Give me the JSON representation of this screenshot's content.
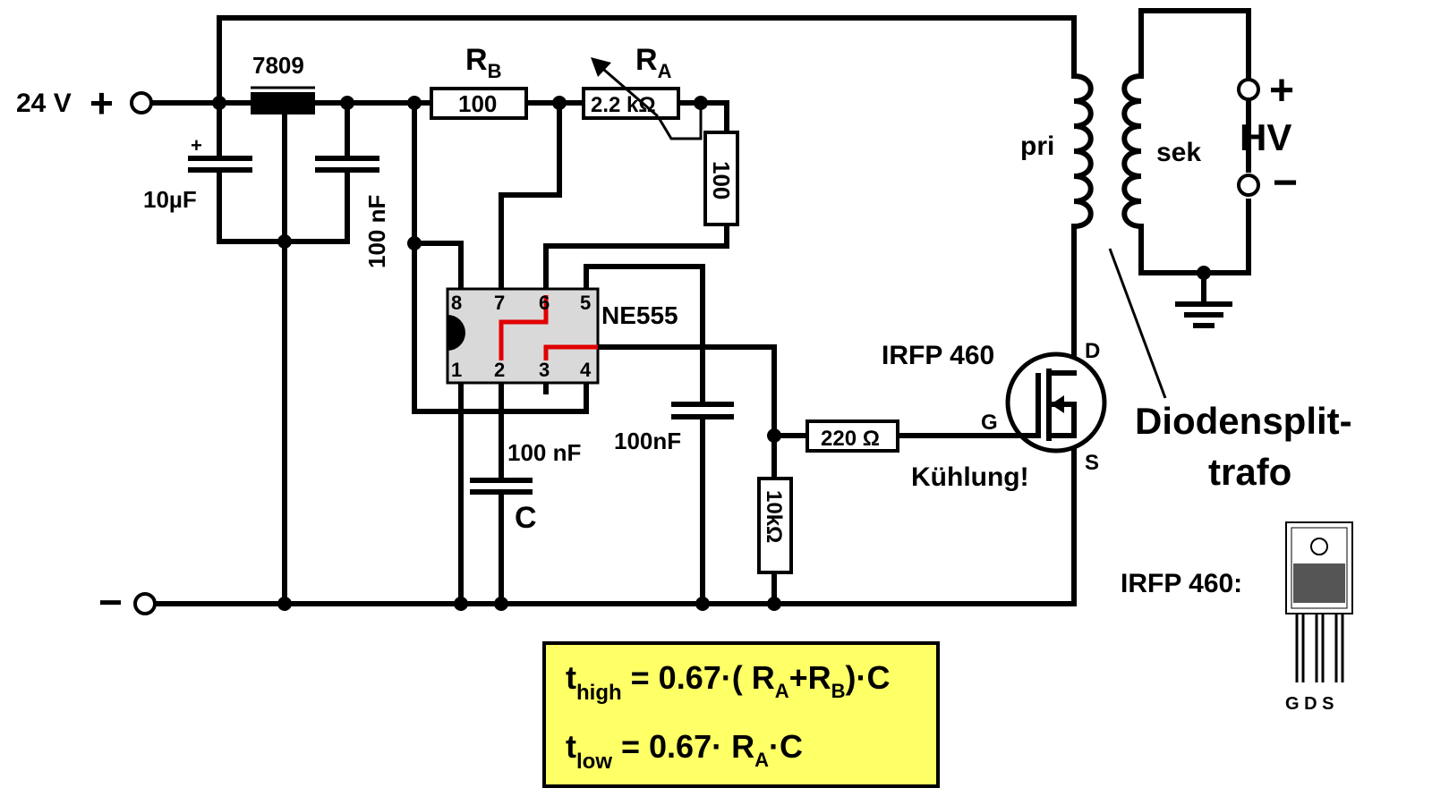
{
  "labels": {
    "supply_voltage": "24 V",
    "plus": "+",
    "minus": "−",
    "regulator": "7809",
    "cap_in_polarity": "+",
    "cap_in": "10µF",
    "cap_out": "100 nF",
    "rb_letter": "R",
    "rb_sub": "B",
    "rb_value": "100",
    "ra_letter": "R",
    "ra_sub": "A",
    "ra_value": "2.2 kΩ",
    "r_series": "100",
    "ic_name": "NE555",
    "pins": [
      "8",
      "7",
      "6",
      "5",
      "1",
      "2",
      "3",
      "4"
    ],
    "cap_ctrl": "100nF",
    "cap_timing": "100 nF",
    "cap_timing_name": "C",
    "r_pulldown": "10kΩ",
    "r_gate": "220 Ω",
    "mosfet_name": "IRFP 460",
    "mosfet_gate": "G",
    "mosfet_drain": "D",
    "mosfet_source": "S",
    "cooling_note": "Kühlung!",
    "primary": "pri",
    "secondary": "sek",
    "hv_plus": "+",
    "hv": "HV",
    "hv_minus": "−",
    "transformer_line1": "Diodensplit-",
    "transformer_line2": "trafo",
    "pkg_title": "IRFP 460:",
    "pkg_pins": "G D S"
  },
  "formula": {
    "t1": "t",
    "t1_sub": "high",
    "f1_a": " = 0.67·( R",
    "f1_sub_a": "A",
    "f1_b": "+R",
    "f1_sub_b": "B",
    "f1_c": ")·C",
    "t2": "t",
    "t2_sub": "low",
    "f2_a": " = 0.67· R",
    "f2_sub_a": "A",
    "f2_b": "·C"
  },
  "colors": {
    "wire": "#000000",
    "highlight_wire": "#e00000",
    "ic_body": "#d9d9d9",
    "formula_box": "#ffff66",
    "package_tab": "#555555"
  }
}
